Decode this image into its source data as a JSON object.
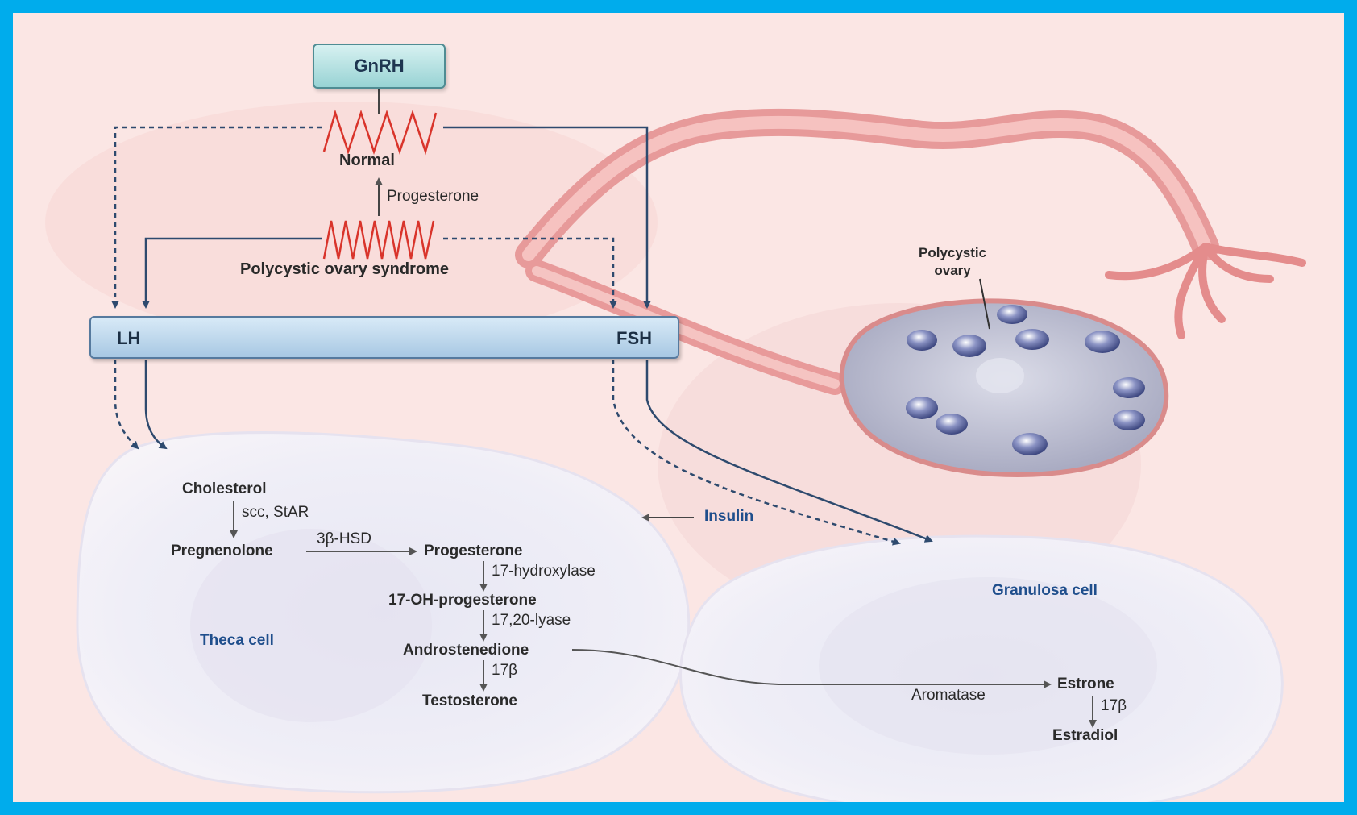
{
  "hypothalamus": {
    "gnrh": "GnRH"
  },
  "pulses": {
    "normal": "Normal",
    "pcos": "Polycystic ovary syndrome",
    "progesterone_effect": "Progesterone"
  },
  "pituitary": {
    "lh": "LH",
    "fsh": "FSH"
  },
  "ovary": {
    "label": "Polycystic\novary"
  },
  "theca": {
    "cell_label": "Theca cell",
    "cholesterol": "Cholesterol",
    "enzyme_scc": "scc, StAR",
    "pregnenolone": "Pregnenolone",
    "enzyme_3bhsd": "3β-HSD",
    "progesterone": "Progesterone",
    "enzyme_17hydroxylase": "17-hydroxylase",
    "ohprogesterone": "17-OH-progesterone",
    "enzyme_1720lyase": "17,20-lyase",
    "androstenedione": "Androstenedione",
    "enzyme_17b": "17β",
    "testosterone": "Testosterone"
  },
  "insulin": "Insulin",
  "granulosa": {
    "cell_label": "Granulosa cell",
    "aromatase": "Aromatase",
    "estrone": "Estrone",
    "enzyme_17b": "17β",
    "estradiol": "Estradiol"
  },
  "colors": {
    "frame": "#00acec",
    "background": "#fbe6e4",
    "pulse": "#d9342b",
    "arrow": "#2e4a6e",
    "cell_label": "#1f4e8c",
    "ovary": "#c2c4d6",
    "tube": "#e79a9a"
  }
}
